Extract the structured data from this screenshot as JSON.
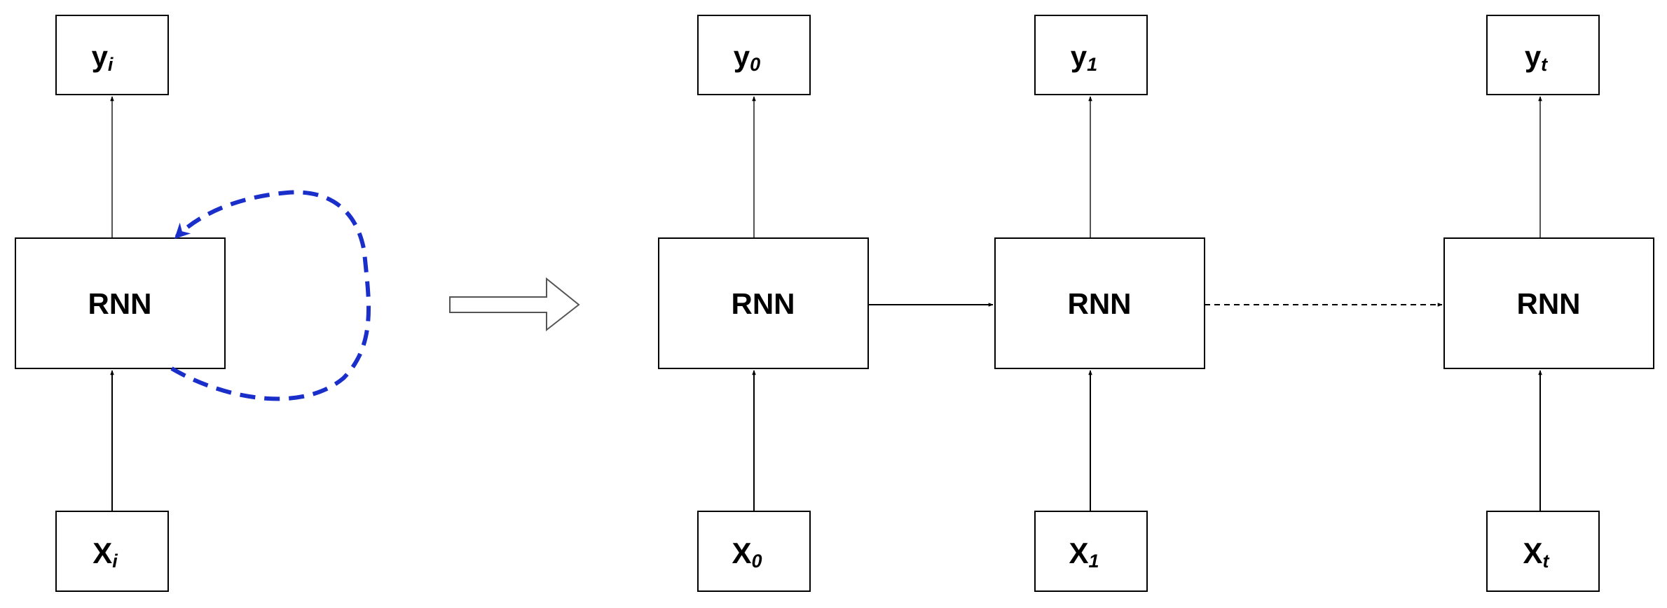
{
  "folded": {
    "output": {
      "base": "y",
      "sub": "i"
    },
    "cell": "RNN",
    "input": {
      "base": "X",
      "sub": "i"
    }
  },
  "unrolled": [
    {
      "output": {
        "base": "y",
        "sub": "0"
      },
      "cell": "RNN",
      "input": {
        "base": "X",
        "sub": "0"
      }
    },
    {
      "output": {
        "base": "y",
        "sub": "1"
      },
      "cell": "RNN",
      "input": {
        "base": "X",
        "sub": "1"
      }
    },
    {
      "output": {
        "base": "y",
        "sub": "t"
      },
      "cell": "RNN",
      "input": {
        "base": "X",
        "sub": "t"
      }
    }
  ],
  "colors": {
    "stroke": "#000000",
    "recurrent_loop": "#1a2fc9",
    "line_gray": "#555555"
  }
}
